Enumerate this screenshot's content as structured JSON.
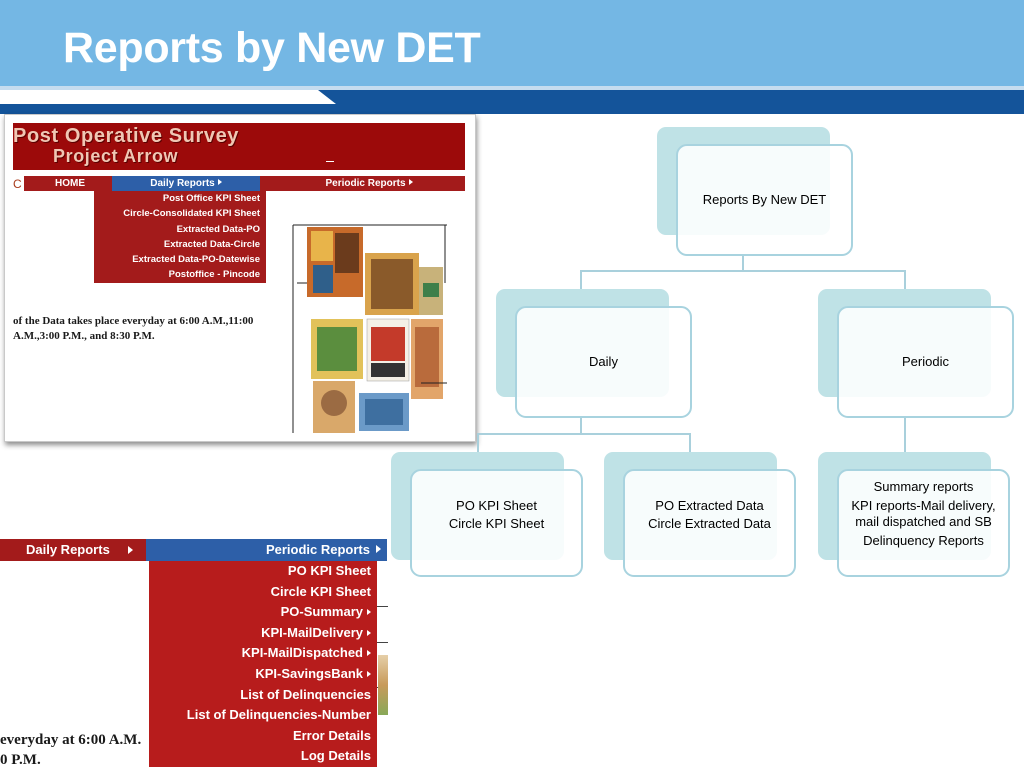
{
  "slide": {
    "title": "Reports by New DET"
  },
  "screenshot1": {
    "banner_line1": "Post Operative Survey",
    "banner_line2": "Project Arrow",
    "stray_letter": "C",
    "nav": {
      "home": "HOME",
      "daily": "Daily Reports",
      "periodic": "Periodic Reports"
    },
    "daily_menu": [
      "Post Office KPI Sheet",
      "Circle-Consolidated KPI Sheet",
      "Extracted Data-PO",
      "Extracted Data-Circle",
      "Extracted Data-PO-Datewise",
      "Postoffice - Pincode"
    ],
    "info_line1": "of the Data takes place everyday at 6:00 A.M.,11:00",
    "info_line2": "A.M.,3:00 P.M., and 8:30 P.M."
  },
  "screenshot2": {
    "daily": "Daily Reports",
    "periodic": "Periodic Reports",
    "periodic_menu": [
      {
        "label": "PO KPI Sheet",
        "sub": false
      },
      {
        "label": "Circle KPI Sheet",
        "sub": false
      },
      {
        "label": "PO-Summary",
        "sub": true
      },
      {
        "label": "KPI-MailDelivery",
        "sub": true
      },
      {
        "label": "KPI-MailDispatched",
        "sub": true
      },
      {
        "label": "KPI-SavingsBank",
        "sub": true
      },
      {
        "label": "List of Delinquencies",
        "sub": false
      },
      {
        "label": "List of Delinquencies-Number",
        "sub": false
      },
      {
        "label": "Error Details",
        "sub": false
      },
      {
        "label": "Log Details",
        "sub": false
      }
    ],
    "info_line1": "everyday at 6:00 A.M.",
    "info_line2": "0 P.M."
  },
  "chart": {
    "root": "Reports By New DET",
    "daily": "Daily",
    "periodic": "Periodic",
    "daily_children": [
      {
        "lines": [
          "PO KPI Sheet",
          "Circle KPI Sheet"
        ]
      },
      {
        "lines": [
          "PO Extracted Data",
          "Circle Extracted Data"
        ]
      }
    ],
    "periodic_children": [
      {
        "lines": [
          "Summary reports",
          "KPI reports-Mail delivery, mail dispatched and SB",
          "Delinquency Reports"
        ]
      }
    ]
  },
  "colors": {
    "header_blue": "#74b7e4",
    "band_dark": "#14549a",
    "menu_red": "#a31b1b",
    "menu_blue": "#2d5fa8",
    "node_fill": "#bfe2e6",
    "node_border": "#a8d3df"
  }
}
